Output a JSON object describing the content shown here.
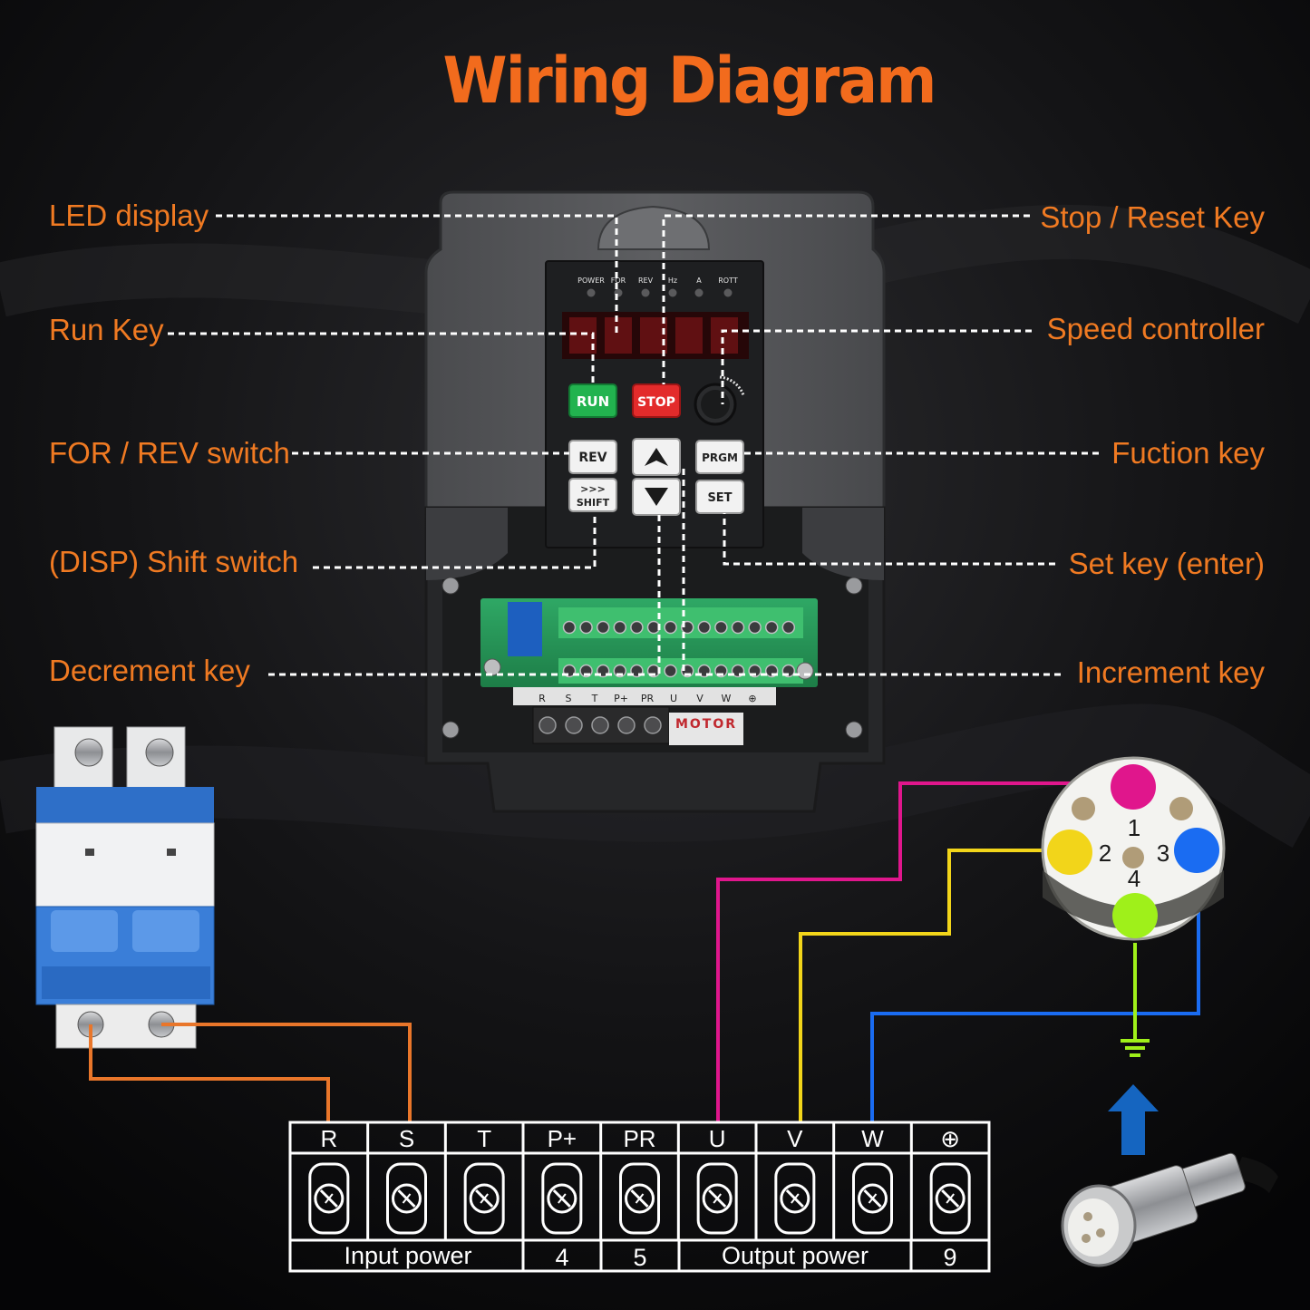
{
  "title": "Wiring Diagram",
  "callouts": {
    "left": [
      "LED display",
      "Run Key",
      "FOR / REV switch",
      "(DISP) Shift switch",
      "Decrement key"
    ],
    "right": [
      "Stop / Reset Key",
      "Speed controller",
      "Fuction key",
      "Set key (enter)",
      "Increment key"
    ]
  },
  "panel": {
    "indicators": [
      "POWER",
      "FOR",
      "REV",
      "Hz",
      "A",
      "ROTT"
    ],
    "keys": {
      "run": "RUN",
      "stop": "STOP",
      "rev": "REV",
      "prgm": "PRGM",
      "shift_arrows": ">>>",
      "shift": "SHIFT",
      "set": "SET"
    },
    "motor_label": "MOTOR",
    "strip_labels": [
      "R",
      "S",
      "T",
      "P+",
      "PR",
      "U",
      "V",
      "W",
      "⊕"
    ]
  },
  "terminal_block": {
    "terminals": [
      "R",
      "S",
      "T",
      "P+",
      "PR",
      "U",
      "V",
      "W",
      "⊕"
    ],
    "groups": [
      "Input power",
      "4",
      "5",
      "Output power",
      "9"
    ]
  },
  "connector": {
    "pins": [
      "1",
      "2",
      "3",
      "4"
    ],
    "pin_colors": {
      "1": "#e0168c",
      "2": "#f2d51a",
      "3": "#1a6cf2",
      "4": "#9ff01a"
    }
  },
  "wire_colors": {
    "breaker": "#e9762a",
    "U": "#e0168c",
    "V": "#f2d51a",
    "W": "#1a6cf2",
    "ground": "#9ff01a",
    "arrow": "#1565c0"
  },
  "colors": {
    "accent": "#f26b1d",
    "label": "#f07a22"
  }
}
